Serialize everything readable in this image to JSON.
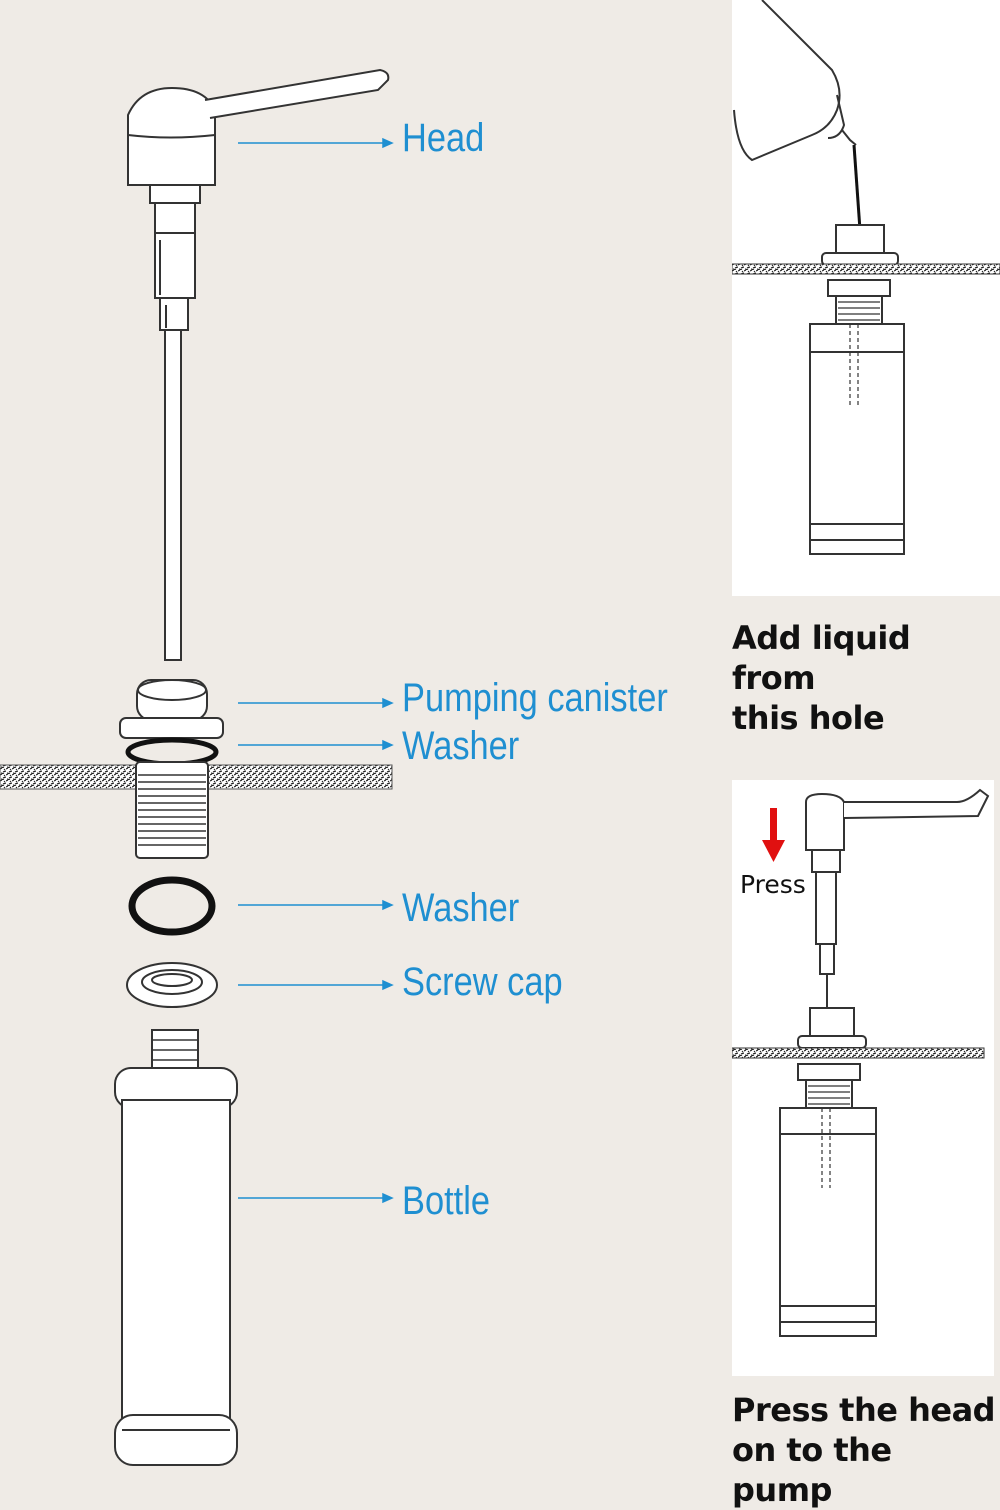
{
  "colors": {
    "background": "#efebe6",
    "label": "#1f8fd1",
    "line": "#333333",
    "press_arrow": "#e01010"
  },
  "parts": [
    {
      "id": "head",
      "label": "Head"
    },
    {
      "id": "pumping-canister",
      "label": "Pumping canister"
    },
    {
      "id": "washer-top",
      "label": "Washer"
    },
    {
      "id": "washer-bottom",
      "label": "Washer"
    },
    {
      "id": "screw-cap",
      "label": "Screw cap"
    },
    {
      "id": "bottle",
      "label": "Bottle"
    }
  ],
  "steps": [
    {
      "caption_line1": "Add liquid from",
      "caption_line2": "this hole"
    },
    {
      "caption_line1": "Press the head",
      "caption_line2": "on to the pump",
      "action_label": "Press"
    }
  ]
}
